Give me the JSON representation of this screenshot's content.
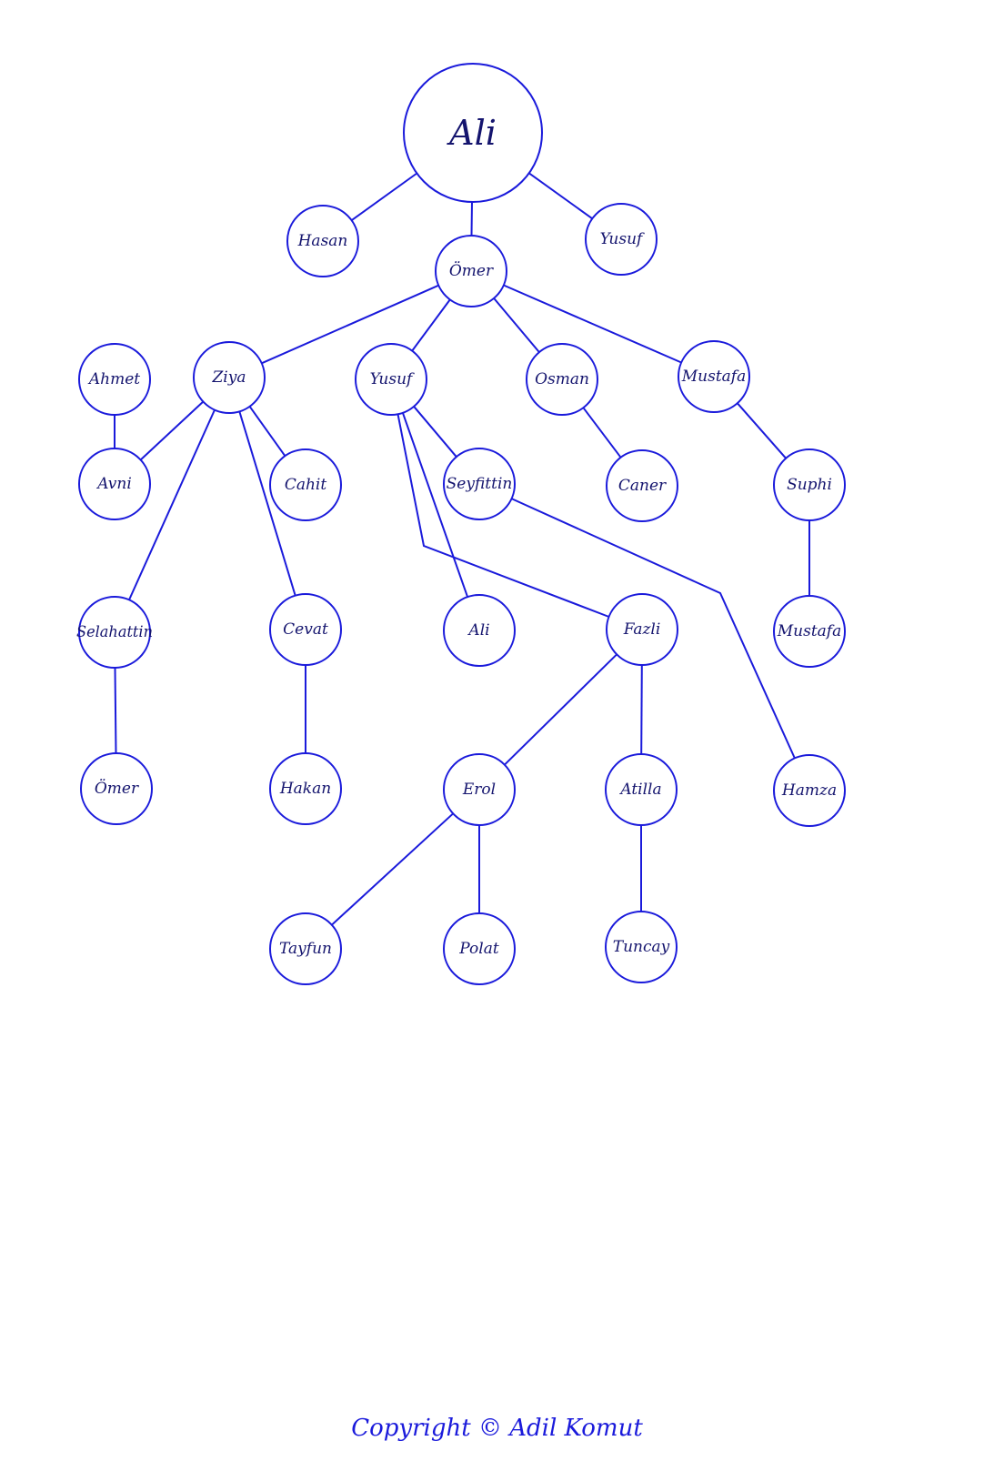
{
  "colors": {
    "line": "#1a1adb",
    "text": "#14146e"
  },
  "nodes": [
    {
      "id": "ali_root",
      "label": "Ali"
    },
    {
      "id": "hasan",
      "label": "Hasan"
    },
    {
      "id": "omer",
      "label": "Ömer"
    },
    {
      "id": "yusuf_top",
      "label": "Yusuf"
    },
    {
      "id": "ahmet",
      "label": "Ahmet"
    },
    {
      "id": "ziya",
      "label": "Ziya"
    },
    {
      "id": "yusuf",
      "label": "Yusuf"
    },
    {
      "id": "osman",
      "label": "Osman"
    },
    {
      "id": "mustafa",
      "label": "Mustafa"
    },
    {
      "id": "avni",
      "label": "Avni"
    },
    {
      "id": "cahit",
      "label": "Cahit"
    },
    {
      "id": "seyfittin",
      "label": "Seyfittin"
    },
    {
      "id": "caner",
      "label": "Caner"
    },
    {
      "id": "suphi",
      "label": "Suphi"
    },
    {
      "id": "selahattin",
      "label": "Selahattin"
    },
    {
      "id": "cevat",
      "label": "Cevat"
    },
    {
      "id": "ali2",
      "label": "Ali"
    },
    {
      "id": "fazli",
      "label": "Fazli"
    },
    {
      "id": "mustafa2",
      "label": "Mustafa"
    },
    {
      "id": "omer2",
      "label": "Ömer"
    },
    {
      "id": "hakan",
      "label": "Hakan"
    },
    {
      "id": "erol",
      "label": "Erol"
    },
    {
      "id": "atilla",
      "label": "Atilla"
    },
    {
      "id": "hamza",
      "label": "Hamza"
    },
    {
      "id": "tayfun",
      "label": "Tayfun"
    },
    {
      "id": "polat",
      "label": "Polat"
    },
    {
      "id": "tuncay",
      "label": "Tuncay"
    }
  ],
  "edges": [
    [
      "ali_root",
      "hasan"
    ],
    [
      "ali_root",
      "omer"
    ],
    [
      "ali_root",
      "yusuf_top"
    ],
    [
      "omer",
      "ziya"
    ],
    [
      "omer",
      "yusuf"
    ],
    [
      "omer",
      "osman"
    ],
    [
      "omer",
      "mustafa"
    ],
    [
      "ahmet",
      "avni"
    ],
    [
      "ziya",
      "avni"
    ],
    [
      "ziya",
      "cahit"
    ],
    [
      "ziya",
      "selahattin"
    ],
    [
      "ziya",
      "cevat"
    ],
    [
      "yusuf",
      "seyfittin"
    ],
    [
      "yusuf",
      "ali2"
    ],
    [
      "yusuf",
      "fazli"
    ],
    [
      "osman",
      "caner"
    ],
    [
      "mustafa",
      "suphi"
    ],
    [
      "suphi",
      "mustafa2"
    ],
    [
      "seyfittin",
      "hamza"
    ],
    [
      "selahattin",
      "omer2"
    ],
    [
      "cevat",
      "hakan"
    ],
    [
      "fazli",
      "erol"
    ],
    [
      "fazli",
      "atilla"
    ],
    [
      "erol",
      "tayfun"
    ],
    [
      "erol",
      "polat"
    ],
    [
      "atilla",
      "tuncay"
    ]
  ],
  "copyright": "Copyright © Adil Komut"
}
